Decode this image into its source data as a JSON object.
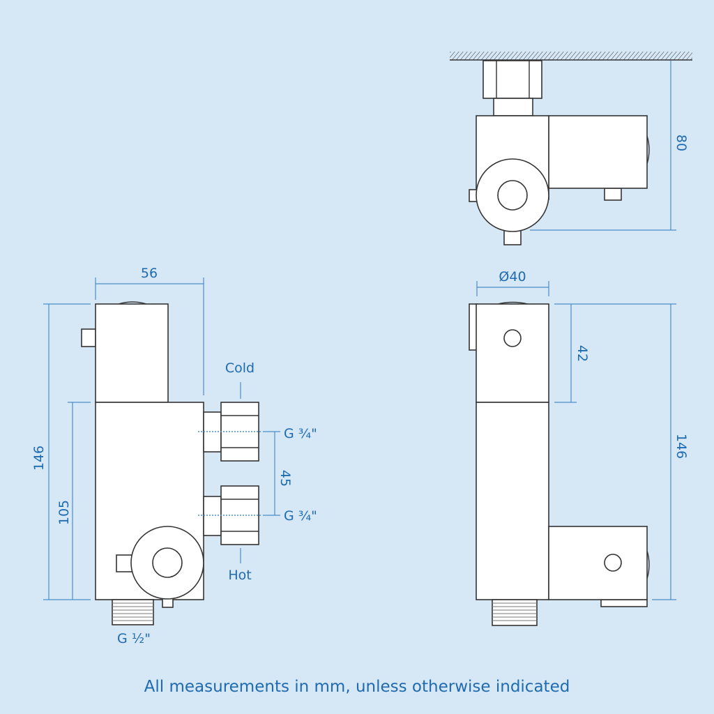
{
  "labels": {
    "width_56": "56",
    "height_146_front": "146",
    "height_105": "105",
    "cold": "Cold",
    "hot": "Hot",
    "inlet_cold": "G ¾\"",
    "inlet_hot": "G ¾\"",
    "spacing_45": "45",
    "outlet": "G ½\"",
    "diameter_40": "Ø40",
    "height_42": "42",
    "height_146_side": "146",
    "depth_80": "80"
  },
  "footer": "All measurements in mm, unless otherwise indicated",
  "colors": {
    "background": "#d6e7f6",
    "accent": "#1f6bb0"
  }
}
